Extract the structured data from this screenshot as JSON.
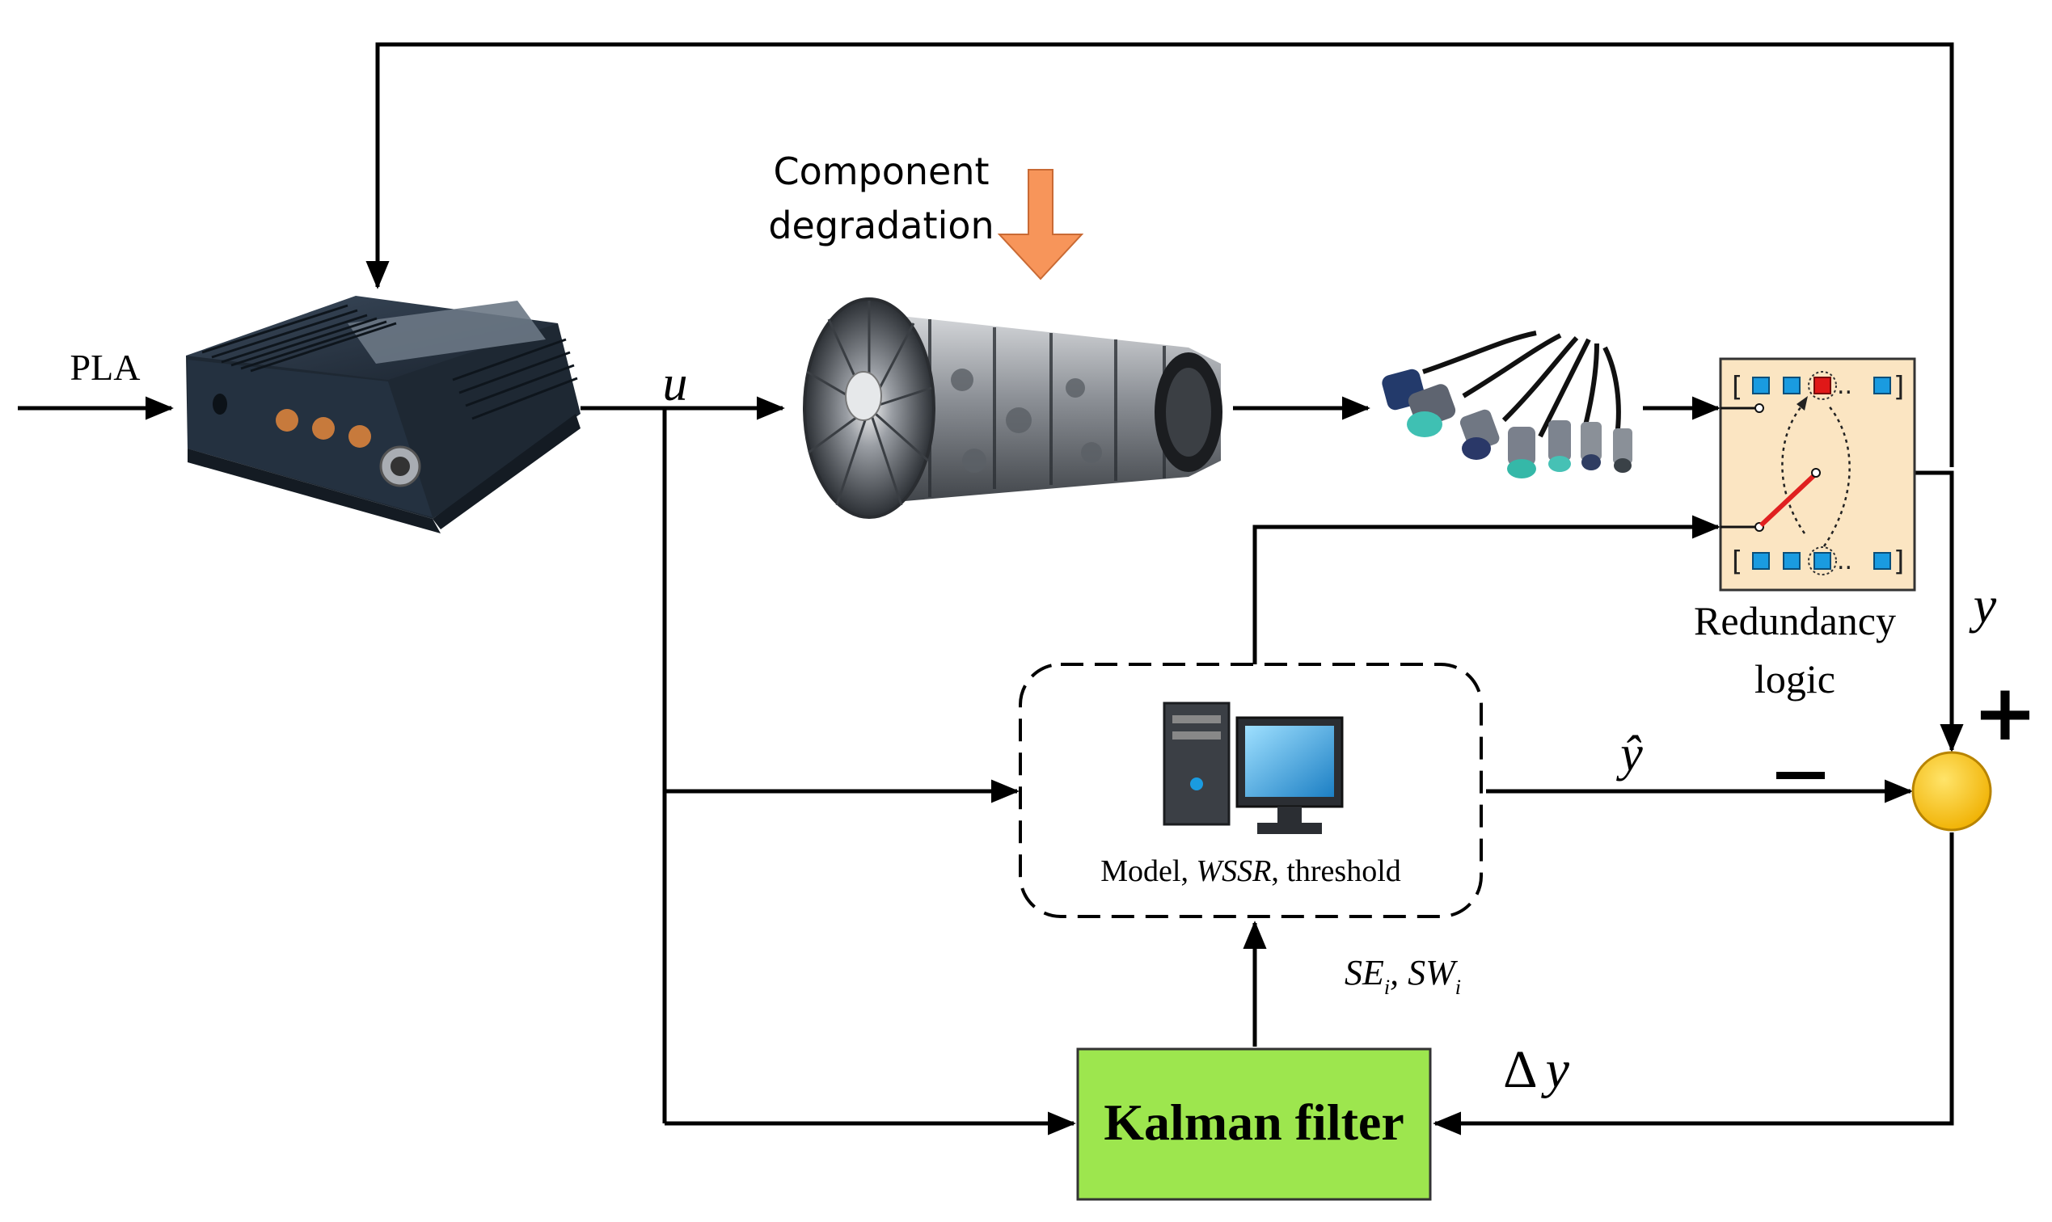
{
  "labels": {
    "input": "PLA",
    "control_signal": "u",
    "degradation_line1": "Component",
    "degradation_line2": "degradation",
    "redundancy_line1": "Redundancy",
    "redundancy_line2": "logic",
    "measured_output": "y",
    "estimated_output": "ŷ",
    "plus_sign": "+",
    "minus_sign": "−",
    "model_caption_a": "Model, ",
    "model_caption_b": "WSSR",
    "model_caption_c": ", threshold",
    "se_label": "SE",
    "se_sub": "i",
    "sep": ", ",
    "sw_label": "SW",
    "sw_sub": "i",
    "delta": "Δ",
    "delta_y": "y",
    "kalman": "Kalman filter"
  },
  "colors": {
    "line": "#000000",
    "arrow_degradation": "#f7955a",
    "kalman_fill": "#9de64e",
    "redundancy_fill": "#fbe5c2",
    "summing_junction": "#f8c41a",
    "switch_line": "#e02020",
    "sensor_square": "#1a9be0",
    "sensor_square_active": "#e01818"
  },
  "icons": {
    "controller": "ecu-box-icon",
    "engine": "turbofan-engine-icon",
    "sensors": "sensors-icon",
    "computer": "computer-icon"
  }
}
